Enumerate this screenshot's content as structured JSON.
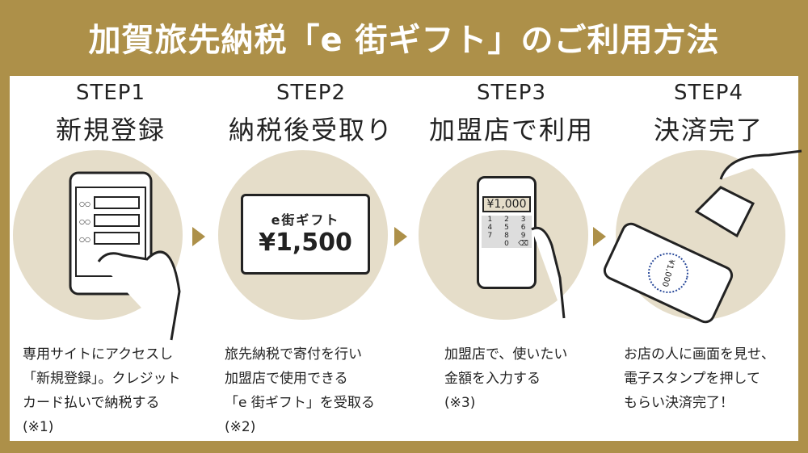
{
  "title": "加賀旅先納税「e 街ギフト」のご利用方法",
  "steps": [
    {
      "label": "STEP1",
      "name": "新規登録",
      "desc": "専用サイトにアクセスし\n「新規登録」。クレジット\nカード払いで納税する\n(※1)"
    },
    {
      "label": "STEP2",
      "name": "納税後受取り",
      "desc": "旅先納税で寄付を行い\n加盟店で使用できる\n「e 街ギフト」を受取る\n(※2)"
    },
    {
      "label": "STEP3",
      "name": "加盟店で利用",
      "desc": "加盟店で、使いたい\n金額を入力する\n(※3)"
    },
    {
      "label": "STEP4",
      "name": "決済完了",
      "desc": "お店の人に画面を見せ、\n電子スタンプを押して\nもらい決済完了！"
    }
  ],
  "gift_card": {
    "name": "e街ギフト",
    "amount": "¥1,500"
  },
  "phone3": {
    "amount": "¥1,000",
    "keys": [
      "1",
      "2",
      "3",
      "4",
      "5",
      "6",
      "7",
      "8",
      "9",
      "0"
    ]
  },
  "stamp": {
    "amount": "¥1,000"
  },
  "colors": {
    "gold": "#ad9049",
    "circle": "#e5ddc9"
  }
}
